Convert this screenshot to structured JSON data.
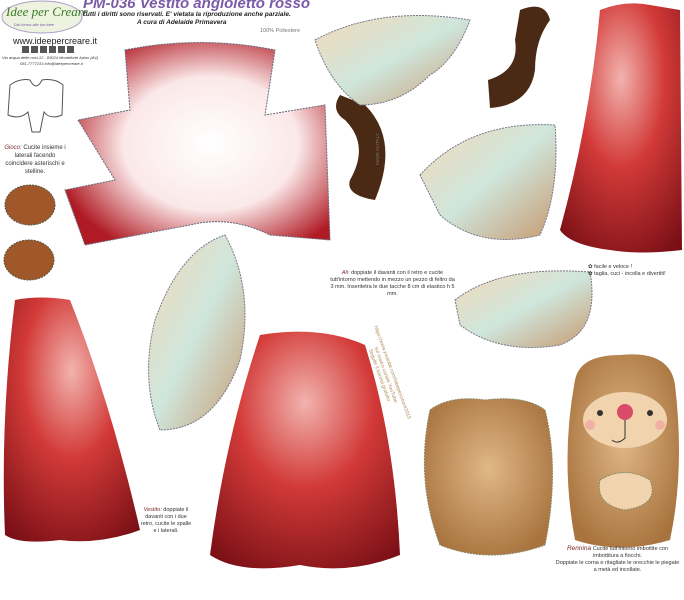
{
  "header": {
    "logo_text": "Idee per Creare",
    "logo_tagline": "Dai forma alle tue idee",
    "title": "PM-036 Vestito angioletto rosso",
    "rights": "Tutti i diritti sono riservati. E' vietata la riproduzione anche parziale.",
    "author": "A cura di Adelaide Primavera",
    "material": "100% Poliestere",
    "website": "www.ideepercreare.it",
    "address": "Via acqua delle noci,12 - 83024 Monteforte Irpino (AV)",
    "contact": "081.7777233 info@ideepercreare.it",
    "social_icons": [
      "facebook-icon",
      "twitter-icon",
      "youtube-icon",
      "pinterest-icon",
      "instagram-icon",
      "email-icon"
    ]
  },
  "instructions": {
    "gioco_label": "Gioco:",
    "gioco_text": "Cucite insieme i laterali facendo coincidere asterischi e stelline.",
    "ali_label": "Ali:",
    "ali_text": "doppiate il davanti con il retro e cucite tutt'intorno mettendo in mezzo un pezzo di feltro da 3 mm. Inseritetra le due tacche 8 cm di elastico h 5 mm.",
    "made_in": "MADE IN ITALY",
    "tutorial_1": "Seguite il tutorial gratuito",
    "tutorial_2": "sul nostro canale YouTube:",
    "tutorial_3": "https://www.youtube.com/ideepercreare2015",
    "easy_1": "facile e veloce !",
    "easy_2": "taglia, cuci - incolla e divertiti!",
    "vestito_label": "Vestito:",
    "vestito_text": "doppiate il davanti con i due retro, cucite le spalle e i laterali.",
    "rennina_label": "Rennina",
    "rennina_text_1": "Cucite tutt'intorno imbottite con imbottitura a fiocchi.",
    "rennina_text_2": "Doppiate le corna e ritagliate le orecchie le piegate a metà ed incollate."
  },
  "colors": {
    "title": "#7a5ba8",
    "red": "#c0262c",
    "brown": "#a0572a",
    "dark_brown": "#4a2a14",
    "tan": "#c99a6a"
  }
}
